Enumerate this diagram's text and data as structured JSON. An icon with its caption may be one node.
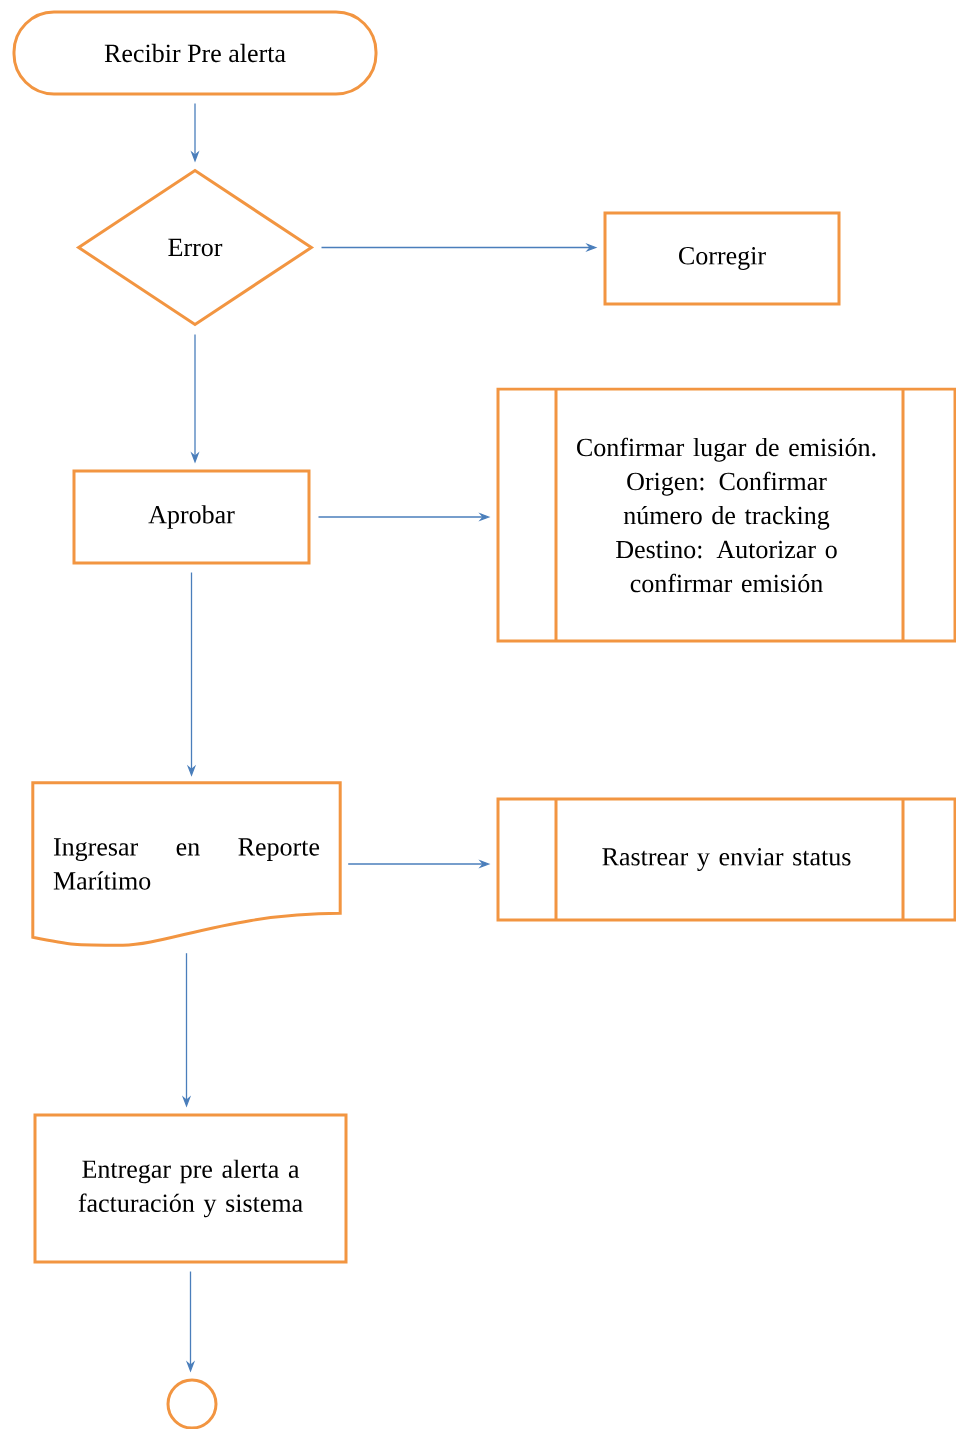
{
  "diagram": {
    "nodes": [
      {
        "text": [
          "Recibir Pre alerta"
        ]
      },
      {
        "text": [
          "Error"
        ]
      },
      {
        "text": [
          "Corregir"
        ]
      },
      {
        "text": [
          "Aprobar"
        ]
      },
      {
        "text": [
          "Confirmar lugar de emisión.",
          "Origen: Confirmar número de tracking",
          "Destino: Autorizar o confirmar emisión"
        ]
      },
      {
        "text": [
          "Ingresar en Reporte Marítimo"
        ]
      },
      {
        "text": [
          "Rastrear y enviar status"
        ]
      },
      {
        "text": [
          "Entregar pre alerta a facturación y sistema"
        ]
      },
      {
        "text": [],
        "shape": "circle"
      }
    ],
    "edges": [
      {
        "from": 0,
        "to": 1,
        "arrow": "to"
      },
      {
        "from": 1,
        "to": 2,
        "arrow": "to"
      },
      {
        "from": 1,
        "to": 3,
        "arrow": "to"
      },
      {
        "from": 3,
        "to": 4,
        "arrow": "to"
      },
      {
        "from": 3,
        "to": 5,
        "arrow": "to"
      },
      {
        "from": 5,
        "to": 6,
        "arrow": "to"
      },
      {
        "from": 5,
        "to": 7,
        "arrow": "to"
      },
      {
        "from": 7,
        "to": 8,
        "arrow": "to"
      }
    ]
  }
}
